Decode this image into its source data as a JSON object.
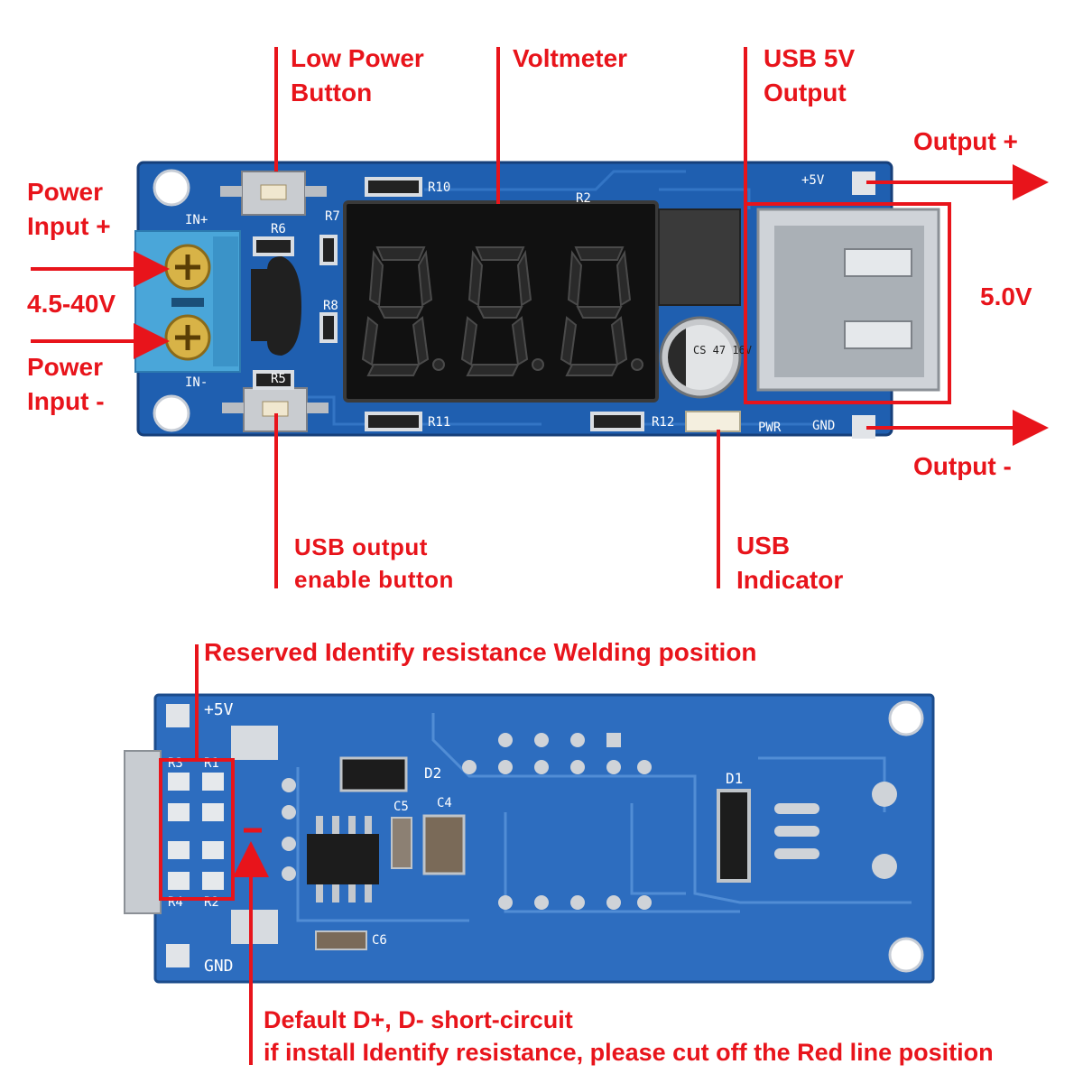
{
  "labels": {
    "low_power_line1": "Low Power",
    "low_power_line2": "Button",
    "voltmeter": "Voltmeter",
    "usb5v_line1": "USB 5V",
    "usb5v_line2": "Output",
    "output_plus": "Output +",
    "power_in_plus_line1": "Power",
    "power_in_plus_line2": "Input +",
    "input_range": "4.5-40V",
    "power_in_minus_line1": "Power",
    "power_in_minus_line2": "Input -",
    "five_volt": "5.0V",
    "output_minus": "Output -",
    "usb_enable_line1": "USB output",
    "usb_enable_line2": "enable button",
    "usb_indicator_line1": "USB",
    "usb_indicator_line2": "Indicator",
    "reserved": "Reserved Identify resistance Welding position",
    "default_line1": "Default D+, D- short-circuit",
    "default_line2": "if install Identify resistance, please cut off the Red line position"
  },
  "silkscreen": {
    "in_plus": "IN+",
    "in_minus": "IN-",
    "plus5v": "+5V",
    "gnd": "GND",
    "pwr": "PWR",
    "r2": "R2",
    "r5": "R5",
    "r6": "R6",
    "r7": "R7",
    "r8": "R8",
    "r10": "R10",
    "r11": "R11",
    "r12": "R12",
    "cap": "CS 47 16V",
    "back_plus5v": "+5V",
    "back_gnd": "GND",
    "r1": "R1",
    "r3": "R3",
    "r4": "R4",
    "back_r2": "R2",
    "d1": "D1",
    "d2": "D2",
    "c4": "C4",
    "c5": "C5",
    "c6": "C6"
  },
  "colors": {
    "annotation": "#e8141b",
    "pcb": "#1f5fb0",
    "terminal": "#4aa6d9"
  }
}
